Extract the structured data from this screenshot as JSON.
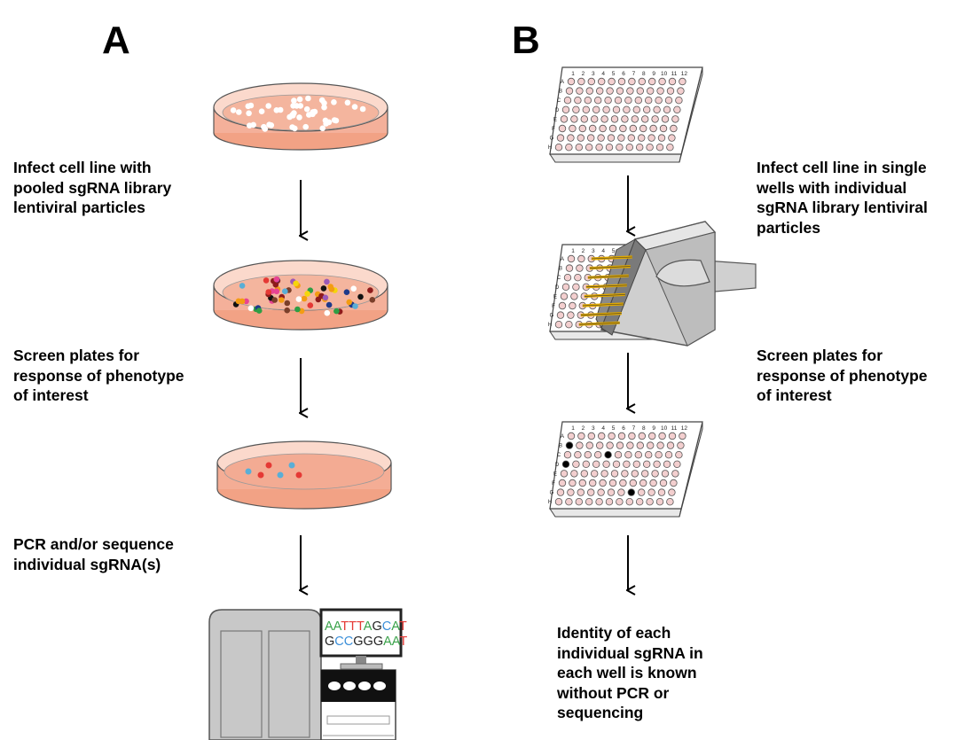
{
  "panel_a": {
    "label": "A",
    "steps": [
      "Infect cell line with\npooled sgRNA library\nlentiviral particles",
      "Screen plates for\nresponse of phenotype\nof interest",
      "PCR and/or sequence\nindividual sgRNA(s)"
    ],
    "sequencer_line1": [
      "A",
      "A",
      "T",
      "T",
      "T",
      "A",
      "G",
      "C",
      "A",
      "T"
    ],
    "sequencer_line2": [
      "G",
      "C",
      "C",
      "G",
      "G",
      "G",
      "A",
      "A",
      "T"
    ]
  },
  "panel_b": {
    "label": "B",
    "steps": [
      "Infect cell line in single\nwells with individual\nsgRNA library lentiviral\nparticles",
      "Screen plates for\nresponse of phenotype\nof interest",
      "Identity of each\nindividual sgRNA in\neach well is known\nwithout PCR or\nsequencing"
    ],
    "plate_columns": [
      "1",
      "2",
      "3",
      "4",
      "5",
      "6",
      "7",
      "8",
      "9",
      "10",
      "11",
      "12"
    ],
    "plate_rows": [
      "A",
      "B",
      "C",
      "D",
      "E",
      "F",
      "G",
      "H"
    ]
  },
  "colors": {
    "dish_medium": "#f2a285",
    "dish_rim": "#fbd9cc",
    "well_fill": "#f3cfcf",
    "hit_well": "#000000",
    "base_A": "#3aa24a",
    "base_T": "#e53935",
    "base_G": "#222222",
    "base_C": "#3b8fd9"
  }
}
